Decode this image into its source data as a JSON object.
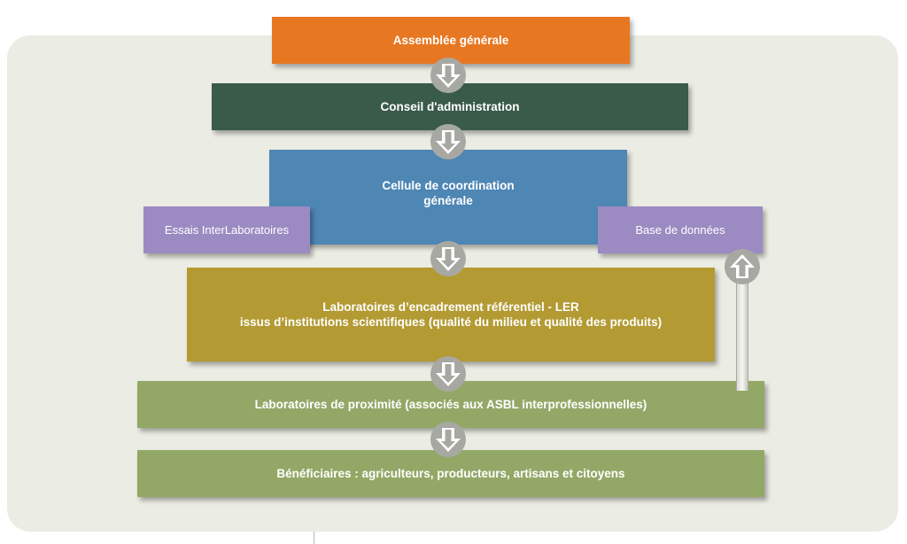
{
  "diagram": {
    "nodes": [
      {
        "id": "assemblee",
        "label": "Assemblée générale",
        "color": "#e87722"
      },
      {
        "id": "conseil",
        "label": "Conseil d'administration",
        "color": "#3a5a4a"
      },
      {
        "id": "cellule",
        "label": "Cellule de coordination\ngénérale",
        "color": "#4e86b4"
      },
      {
        "id": "essais",
        "label": "Essais InterLaboratoires",
        "color": "#9b8bc2"
      },
      {
        "id": "base",
        "label": "Base de données",
        "color": "#9b8bc2"
      },
      {
        "id": "ler",
        "label": "Laboratoires d’encadrement référentiel - LER\nissus d’institutions scientifiques (qualité du milieu et qualité des produits)",
        "color": "#b39a33"
      },
      {
        "id": "proximite",
        "label": "Laboratoires de proximité (associés aux ASBL interprofessionnelles)",
        "color": "#93a867"
      },
      {
        "id": "beneficiaires",
        "label": "Bénéficiaires : agriculteurs, producteurs, artisans et citoyens",
        "color": "#93a867"
      }
    ],
    "edges": [
      {
        "from": "assemblee",
        "to": "conseil",
        "direction": "down"
      },
      {
        "from": "conseil",
        "to": "cellule",
        "direction": "down"
      },
      {
        "from": "cellule",
        "to": "ler",
        "direction": "down"
      },
      {
        "from": "ler",
        "to": "proximite",
        "direction": "down"
      },
      {
        "from": "proximite",
        "to": "beneficiaires",
        "direction": "down"
      },
      {
        "from": "proximite",
        "to": "base",
        "direction": "up"
      }
    ],
    "colors": {
      "panel_background": "#ebece3",
      "arrow_fill": "#a8a8a2",
      "arrow_ring": "#ffffff"
    }
  }
}
